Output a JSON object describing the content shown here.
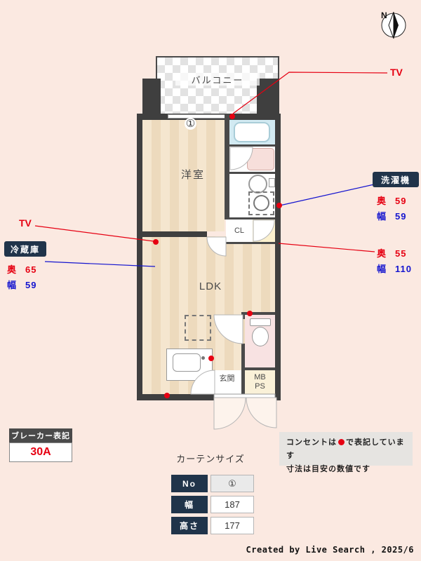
{
  "plan": {
    "balcony_label": "バルコニー",
    "western_room_label": "洋室",
    "ldk_label": "LDK",
    "closet_label": "CL",
    "entrance_label": "玄関",
    "mb_label": "MB",
    "ps_label": "PS",
    "curtain_marker": "①"
  },
  "compass": {
    "n": "N"
  },
  "annotations": {
    "tv_top": "TV",
    "tv_left": "TV",
    "washer": {
      "title": "洗濯機",
      "depth_label": "奥",
      "depth_value": "59",
      "width_label": "幅",
      "width_value": "59"
    },
    "closet_dims": {
      "depth_label": "奥",
      "depth_value": "55",
      "width_label": "幅",
      "width_value": "110"
    },
    "fridge": {
      "title": "冷蔵庫",
      "depth_label": "奥",
      "depth_value": "65",
      "width_label": "幅",
      "width_value": "59"
    }
  },
  "breaker": {
    "title": "ブレーカー表記",
    "value": "30A"
  },
  "curtain": {
    "title": "カーテンサイズ",
    "rows": [
      {
        "label": "No",
        "value": "①"
      },
      {
        "label": "幅",
        "value": "187"
      },
      {
        "label": "高さ",
        "value": "177"
      }
    ]
  },
  "notes": {
    "line1_before": "コンセントは",
    "line1_after": "で表記しています",
    "line2": "寸法は目安の数値です"
  },
  "footer": {
    "credit": "Created by Live Search , 2025/6"
  },
  "colors": {
    "accent_red": "#e60012",
    "accent_blue": "#1414cf",
    "label_bg": "#20344a",
    "wall": "#3f3f3f"
  }
}
